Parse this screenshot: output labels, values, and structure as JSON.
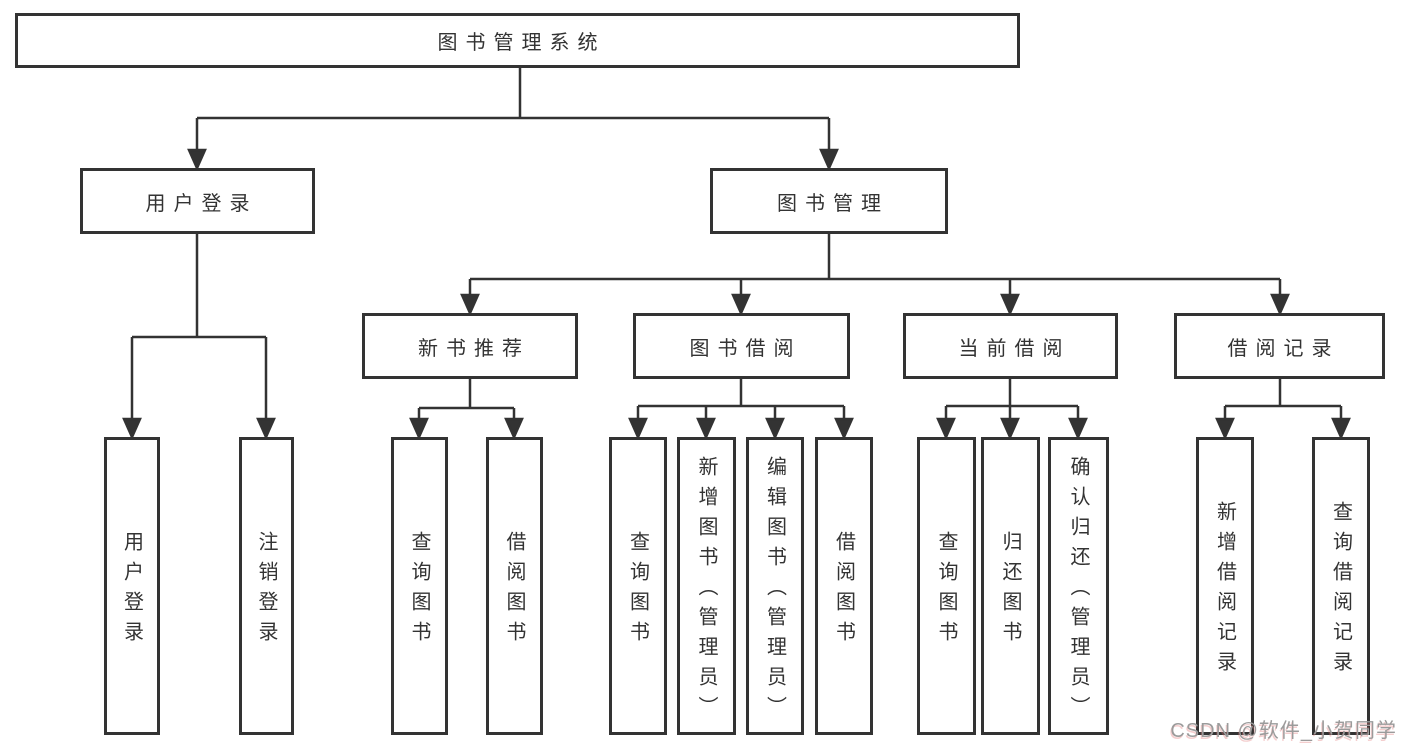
{
  "tree": {
    "label": "图书管理系统",
    "children": [
      {
        "label": "用户登录",
        "children": [
          {
            "label": "用户登录"
          },
          {
            "label": "注销登录"
          }
        ]
      },
      {
        "label": "图书管理",
        "children": [
          {
            "label": "新书推荐",
            "children": [
              {
                "label": "查询图书"
              },
              {
                "label": "借阅图书"
              }
            ]
          },
          {
            "label": "图书借阅",
            "children": [
              {
                "label": "查询图书"
              },
              {
                "label": "新增图书（管理员）"
              },
              {
                "label": "编辑图书（管理员）"
              },
              {
                "label": "借阅图书"
              }
            ]
          },
          {
            "label": "当前借阅",
            "children": [
              {
                "label": "查询图书"
              },
              {
                "label": "归还图书"
              },
              {
                "label": "确认归还（管理员）"
              }
            ]
          },
          {
            "label": "借阅记录",
            "children": [
              {
                "label": "新增借阅记录"
              },
              {
                "label": "查询借阅记录"
              }
            ]
          }
        ]
      }
    ]
  },
  "watermark": {
    "text": "CSDN @软件_小贺同学"
  },
  "colors": {
    "background": "#ffffff",
    "line": "#333333",
    "box_border": "#333333",
    "box_fill": "#ffffff",
    "text": "#333333",
    "watermark_text": "#9b9b9b"
  }
}
